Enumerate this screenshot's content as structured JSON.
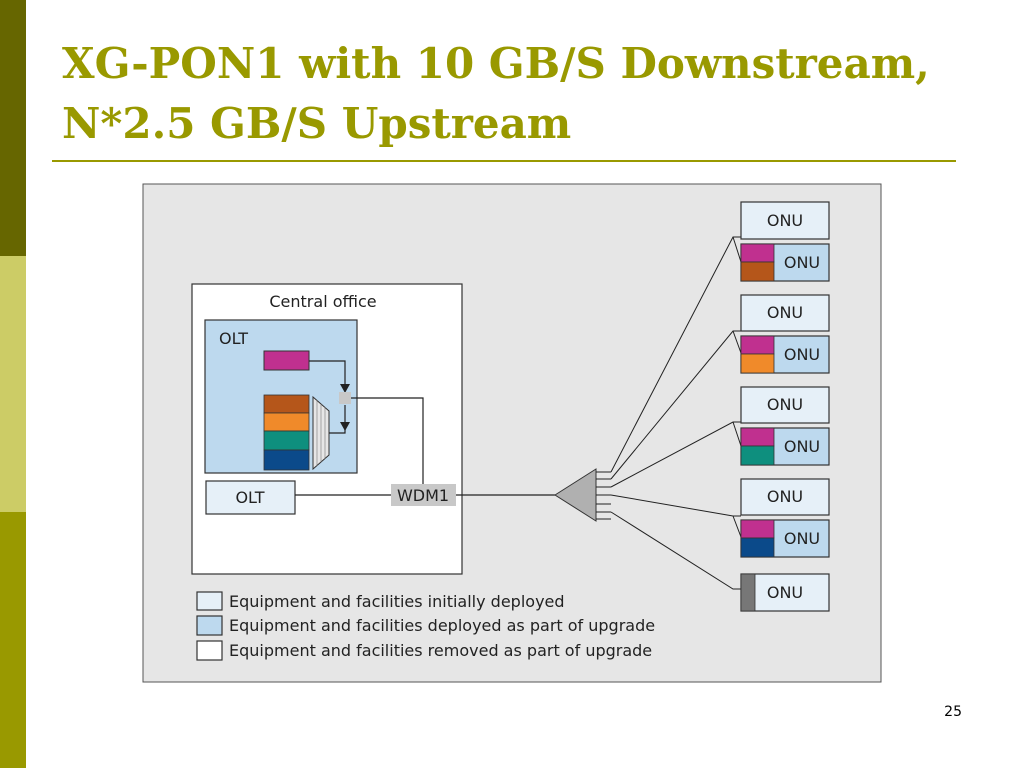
{
  "slide": {
    "title_line1": "XG-PON1 with 10 GB/S Downstream,",
    "title_line2": "N*2.5 GB/S Upstream",
    "page_number": "25"
  },
  "theme": {
    "title_color": "#999900",
    "rule_color": "#999900",
    "sidebar_colors": [
      "#666600",
      "#CCCC66",
      "#999900"
    ]
  },
  "diagram": {
    "central_office_label": "Central office",
    "olt_upgrade_label": "OLT",
    "olt_initial_label": "OLT",
    "wdm_label": "WDM1",
    "onu_label": "ONU",
    "onus": [
      {
        "label": "ONU",
        "kind": "initial"
      },
      {
        "label": "ONU",
        "kind": "upgrade",
        "colors": [
          "#C0308F",
          "#B5561A"
        ]
      },
      {
        "label": "ONU",
        "kind": "initial"
      },
      {
        "label": "ONU",
        "kind": "upgrade",
        "colors": [
          "#C0308F",
          "#F08A2A"
        ]
      },
      {
        "label": "ONU",
        "kind": "initial"
      },
      {
        "label": "ONU",
        "kind": "upgrade",
        "colors": [
          "#C0308F",
          "#0E8F7E"
        ]
      },
      {
        "label": "ONU",
        "kind": "initial"
      },
      {
        "label": "ONU",
        "kind": "upgrade",
        "colors": [
          "#C0308F",
          "#0B4A8A"
        ]
      },
      {
        "label": "ONU",
        "kind": "removed"
      }
    ],
    "wavelength_colors": {
      "downstream": "#C0308F",
      "upstream": [
        "#B5561A",
        "#F08A2A",
        "#0E8F7E",
        "#0B4A8A"
      ]
    },
    "fill_colors": {
      "background": "#E6E6E6",
      "initial": "#E6F0F8",
      "upgrade": "#BDD9EE",
      "removed": "#FFFFFF",
      "wdm": "#C8C8C8",
      "splitter": "#B0B0B0"
    },
    "legend": [
      {
        "label": "Equipment and facilities initially deployed",
        "fill": "#E6F0F8"
      },
      {
        "label": "Equipment and facilities deployed as part of upgrade",
        "fill": "#BDD9EE"
      },
      {
        "label": "Equipment and facilities removed as part of upgrade",
        "fill": "#FFFFFF"
      }
    ]
  }
}
